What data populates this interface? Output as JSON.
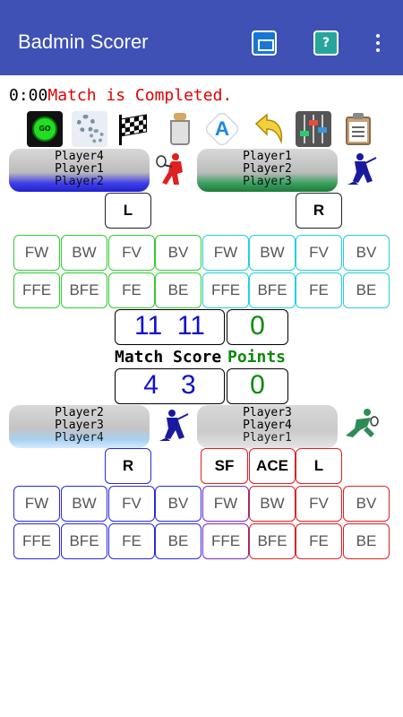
{
  "appbar": {
    "title": "Badmin Scorer",
    "help_glyph": "?"
  },
  "status": {
    "time": "0:00",
    "message": "Match is Completed."
  },
  "toolbar": [
    {
      "name": "go-icon",
      "label": "GO"
    },
    {
      "name": "settings-gears-icon"
    },
    {
      "name": "checkered-flag-icon"
    },
    {
      "name": "trash-can-icon"
    },
    {
      "name": "letter-a-icon",
      "label": "A"
    },
    {
      "name": "undo-arrow-icon"
    },
    {
      "name": "equalizer-icon"
    },
    {
      "name": "clipboard-icon"
    }
  ],
  "top_teams": {
    "left": {
      "players": [
        "Player4",
        "Player1",
        "Player2"
      ]
    },
    "right": {
      "players": [
        "Player1",
        "Player2",
        "Player3"
      ]
    },
    "left_side": "L",
    "right_side": "R"
  },
  "shot_row1": [
    "FW",
    "BW",
    "FV",
    "BV",
    "FW",
    "BW",
    "FV",
    "BV"
  ],
  "shot_row2": [
    "FFE",
    "BFE",
    "FE",
    "BE",
    "FFE",
    "BFE",
    "FE",
    "BE"
  ],
  "score": {
    "game_left": "11",
    "game_right": "11",
    "points_top": "0",
    "match_left": "4",
    "match_right": "3",
    "points_bottom": "0",
    "match_score_label": "Match Score",
    "points_label": "Points"
  },
  "bottom_teams": {
    "left": {
      "players": [
        "Player2",
        "Player3",
        "Player4"
      ]
    },
    "right": {
      "players": [
        "Player3",
        "Player4",
        "Player1"
      ]
    },
    "left_side": "R",
    "sf": "SF",
    "ace": "ACE",
    "right_side": "L"
  },
  "colors": {
    "appbar": "#3f51b5",
    "status_message": "#e00000",
    "score_blue": "#1010d0",
    "points_green": "#0a8a0a"
  }
}
